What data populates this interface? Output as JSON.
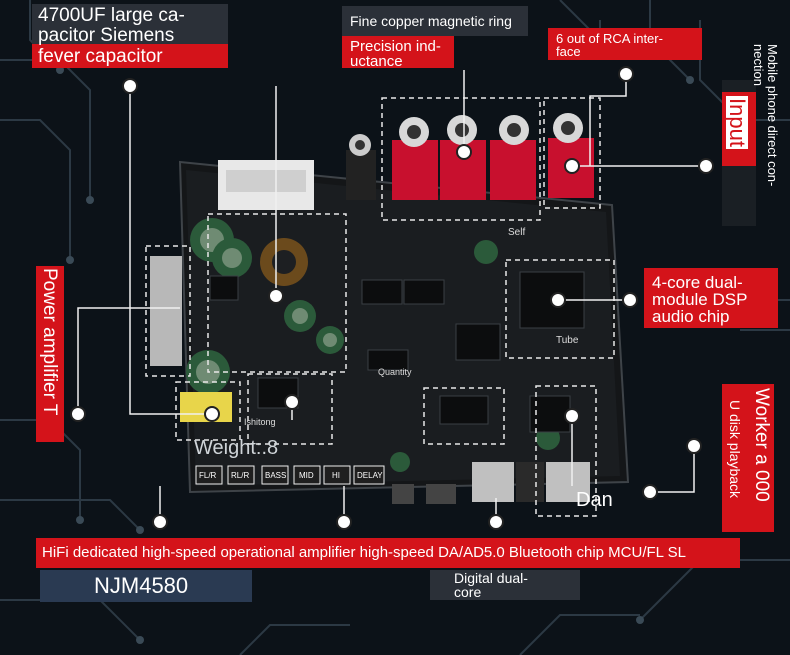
{
  "labels": {
    "capacitor_line1": "4700UF large ca-",
    "capacitor_line2": "pacitor Siemens",
    "capacitor_line3": "fever capacitor",
    "copper_ring": "Fine copper magnetic ring",
    "precision_line1": "Precision ind-",
    "precision_line2": "uctance",
    "rca_line1": "6 out of RCA inter-",
    "rca_line2": "face",
    "mobile_line1": "Mobile phone direct con-",
    "mobile_line2": "nection",
    "input": "Input",
    "power_amp": "Power amplifier T",
    "dsp_line1": "4-core dual-",
    "dsp_line2": "module DSP",
    "dsp_line3": "audio chip",
    "worker": "Worker a 000",
    "udisk": "U disk playback",
    "weight": "Weight:.8",
    "bottom_banner": "HiFi dedicated high-speed operational amplifier high-speed DA/AD5.0 Bluetooth chip MCU/FL SL",
    "njm": "NJM4580",
    "digital_line1": "Digital dual-",
    "digital_line2": "core"
  },
  "board_text": {
    "self": "Self",
    "tube": "Tube",
    "quantity": "Quantity",
    "ishitong": "Ishitong",
    "dan": "Dan",
    "knobs": [
      "FL/R",
      "RL/R",
      "BASS",
      "MID",
      "HI",
      "DELAY"
    ]
  },
  "colors": {
    "accent_red": "#d4131a",
    "board": "#121416",
    "background": "#0c1218",
    "rca_red": "#c8102e"
  }
}
